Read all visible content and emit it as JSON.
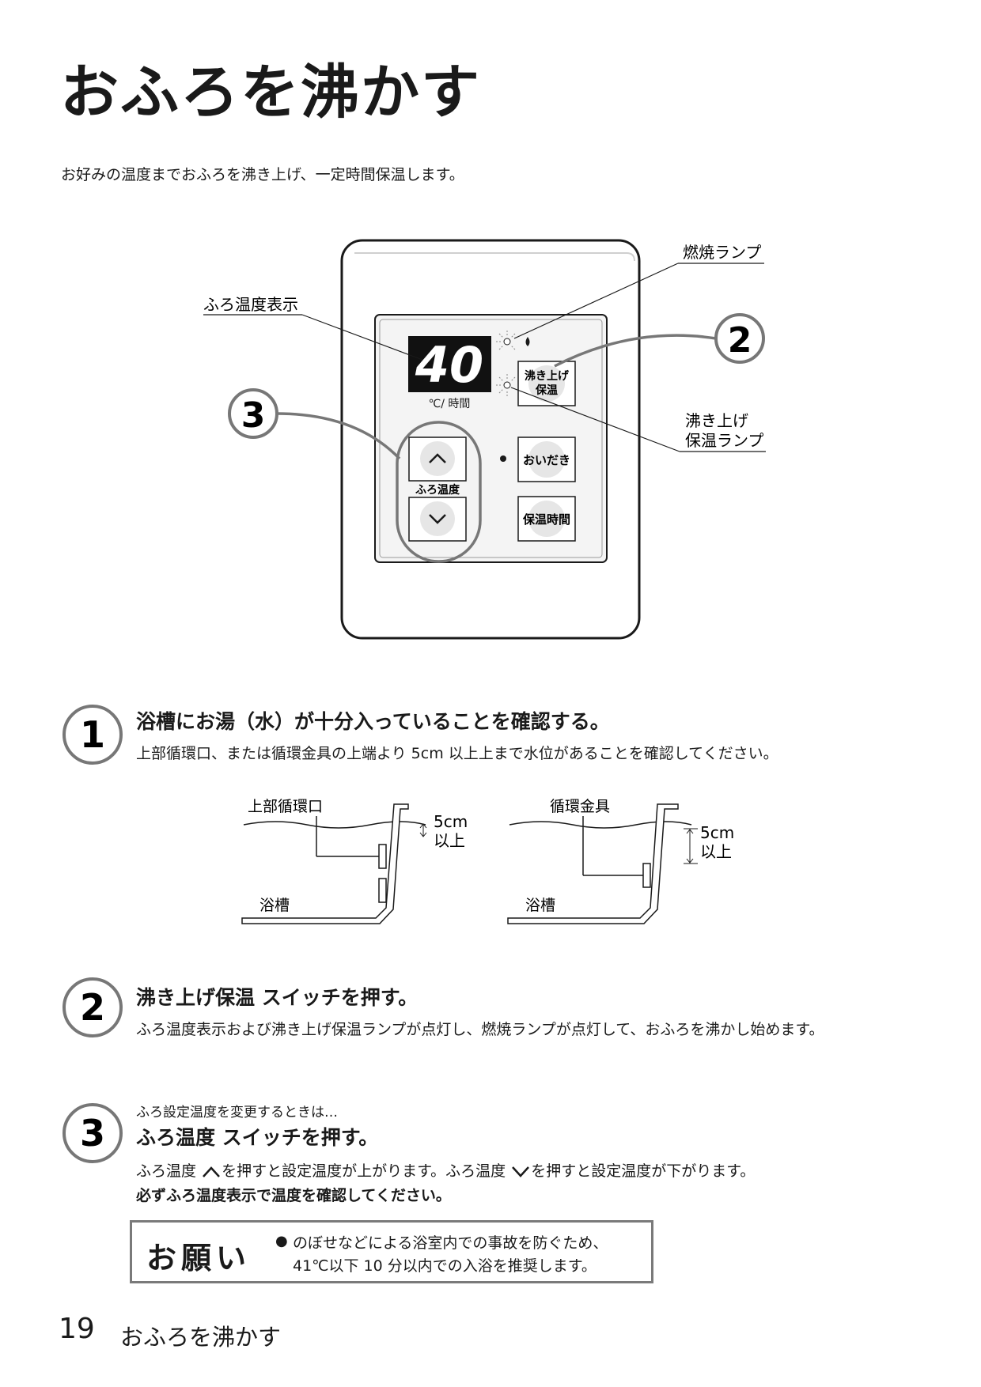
{
  "page": {
    "title": "おふろを沸かす",
    "intro": "お好みの温度までおふろを沸き上げ、一定時間保温します。"
  },
  "panel": {
    "display_value": "40",
    "display_unit": "℃/ 時間",
    "buttons": {
      "boil_keep_line1": "沸き上げ",
      "boil_keep_line2": "保温",
      "reheat": "おいだき",
      "keep_time": "保温時間",
      "temp_label": "ふろ温度"
    },
    "callouts": {
      "combustion_lamp": "燃焼ランプ",
      "bath_temp_display": "ふろ温度表示",
      "boil_keep_lamp_line1": "沸き上げ",
      "boil_keep_lamp_line2": "保温ランプ",
      "marker_2": "2",
      "marker_3": "3"
    }
  },
  "steps": [
    {
      "number": "1",
      "heading": "浴槽にお湯（水）が十分入っていることを確認する。",
      "body": "上部循環口、または循環金具の上端より 5cm 以上上まで水位があることを確認してください。"
    },
    {
      "number": "2",
      "heading": "沸き上げ保温 スイッチを押す。",
      "body": "ふろ温度表示および沸き上げ保温ランプが点灯し、燃焼ランプが点灯して、おふろを沸かし始めます。"
    },
    {
      "number": "3",
      "pre": "ふろ設定温度を変更するときは…",
      "heading": "ふろ温度 スイッチを押す。",
      "body_a": "ふろ温度",
      "body_b": "を押すと設定温度が上がります。ふろ温度",
      "body_c": "を押すと設定温度が下がります。",
      "note": "必ずふろ温度表示で温度を確認してください。"
    }
  ],
  "tank_diagrams": {
    "left": {
      "fitting": "上部循環口",
      "depth_line1": "5cm",
      "depth_line2": "以上",
      "tub": "浴槽"
    },
    "right": {
      "fitting": "循環金具",
      "depth_line1": "5cm",
      "depth_line2": "以上",
      "tub": "浴槽"
    }
  },
  "notice": {
    "title": "お願い",
    "bullet": "●",
    "line1": "のぼせなどによる浴室内での事故を防ぐため、",
    "line2": "41℃以下 10 分以内での入浴を推奨します。"
  },
  "footer": {
    "page_number": "19",
    "section": "おふろを沸かす"
  }
}
